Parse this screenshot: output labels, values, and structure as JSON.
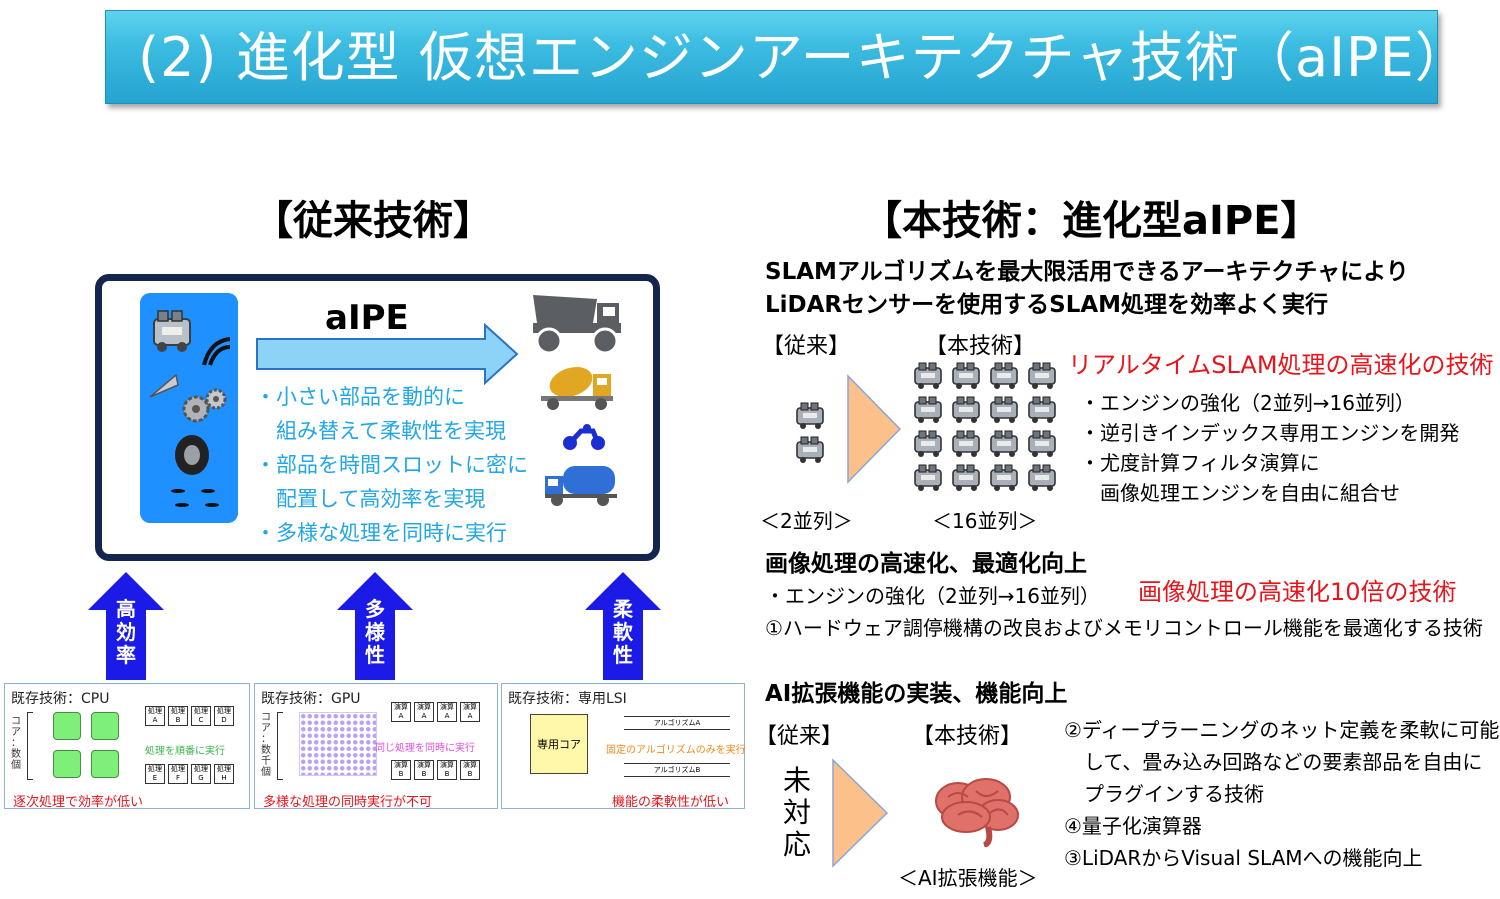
{
  "title": "(2) 進化型 仮想エンジンアーキテクチャ技術（aIPE）",
  "left": {
    "heading": "【従来技術】",
    "box": {
      "arrow_label": "aIPE",
      "bullets": [
        "・小さい部品を動的に",
        "　組み替えて柔軟性を実現",
        "・部品を時間スロットに密に",
        "　配置して高効率を実現",
        "・多様な処理を同時に実行"
      ]
    },
    "arrows": [
      {
        "label": [
          "高",
          "効",
          "率"
        ]
      },
      {
        "label": [
          "多",
          "様",
          "性"
        ]
      },
      {
        "label": [
          "柔",
          "軟",
          "性"
        ]
      }
    ],
    "cpu": {
      "title": "既存技術：CPU",
      "core_label": [
        "コ",
        "ア",
        "：",
        "数",
        "個"
      ],
      "proc_top": [
        [
          "処理",
          "A"
        ],
        [
          "処理",
          "B"
        ],
        [
          "処理",
          "C"
        ],
        [
          "処理",
          "D"
        ]
      ],
      "proc_bottom": [
        [
          "処理",
          "E"
        ],
        [
          "処理",
          "F"
        ],
        [
          "処理",
          "G"
        ],
        [
          "処理",
          "H"
        ]
      ],
      "middle_note": "処理を順番に実行",
      "footer": "逐次処理で効率が低い"
    },
    "gpu": {
      "title": "既存技術：GPU",
      "core_label": [
        "コ",
        "ア",
        "：",
        "数",
        "千",
        "個"
      ],
      "proc_top": [
        [
          "演算",
          "A"
        ],
        [
          "演算",
          "A"
        ],
        [
          "演算",
          "A"
        ],
        [
          "演算",
          "A"
        ]
      ],
      "proc_bottom": [
        [
          "演算",
          "B"
        ],
        [
          "演算",
          "B"
        ],
        [
          "演算",
          "B"
        ],
        [
          "演算",
          "B"
        ]
      ],
      "middle_note": "同じ処理を同時に実行",
      "footer": "多様な処理の同時実行が不可"
    },
    "lsi": {
      "title": "既存技術：専用LSI",
      "core": "専用コア",
      "algo_a": "アルゴリズムA",
      "algo_b": "アルゴリズムB",
      "middle_note": "固定のアルゴリズムのみを実行",
      "footer": "機能の柔軟性が低い"
    }
  },
  "right": {
    "heading": "【本技術：進化型aIPE】",
    "intro": [
      "SLAMアルゴリズムを最大限活用できるアーキテクチャにより",
      "LiDARセンサーを使用するSLAM処理を効率よく実行"
    ],
    "slam": {
      "label_conventional": "【従来】",
      "label_new": "【本技術】",
      "red_title": "リアルタイムSLAM処理の高速化の技術",
      "caption_conventional": "＜2並列＞",
      "caption_new": "＜16並列＞",
      "bullets": [
        "・エンジンの強化（2並列→16並列）",
        "・逆引きインデックス専用エンジンを開発",
        "・尤度計算フィルタ演算に",
        "　画像処理エンジンを自由に組合せ"
      ],
      "engines_conventional": 2,
      "engines_new": 16
    },
    "image": {
      "title": "画像処理の高速化、最適化向上",
      "bullet": "・エンジンの強化（2並列→16並列）",
      "red_title": "画像処理の高速化10倍の技術",
      "line2": "①ハードウェア調停機構の改良およびメモリコントロール機能を最適化する技術"
    },
    "ai": {
      "title": "AI拡張機能の実装、機能向上",
      "label_conventional": "【従来】",
      "label_new": "【本技術】",
      "unsupported": [
        "未",
        "対",
        "応"
      ],
      "caption_new": "＜AI拡張機能＞",
      "items": [
        "②ディープラーニングのネット定義を柔軟に可能に",
        "　して、畳み込み回路などの要素部品を自由に",
        "　プラグインする技術",
        "④量子化演算器",
        "③LiDARからVisual SLAMへの機能向上"
      ]
    }
  },
  "colors": {
    "banner": "#2fb1dc",
    "navy": "#14264d",
    "arrow_blue": "#1c1ae6",
    "cyan_text": "#21a6e6",
    "red": "#e8141b",
    "triangle": "#fcc08a"
  }
}
